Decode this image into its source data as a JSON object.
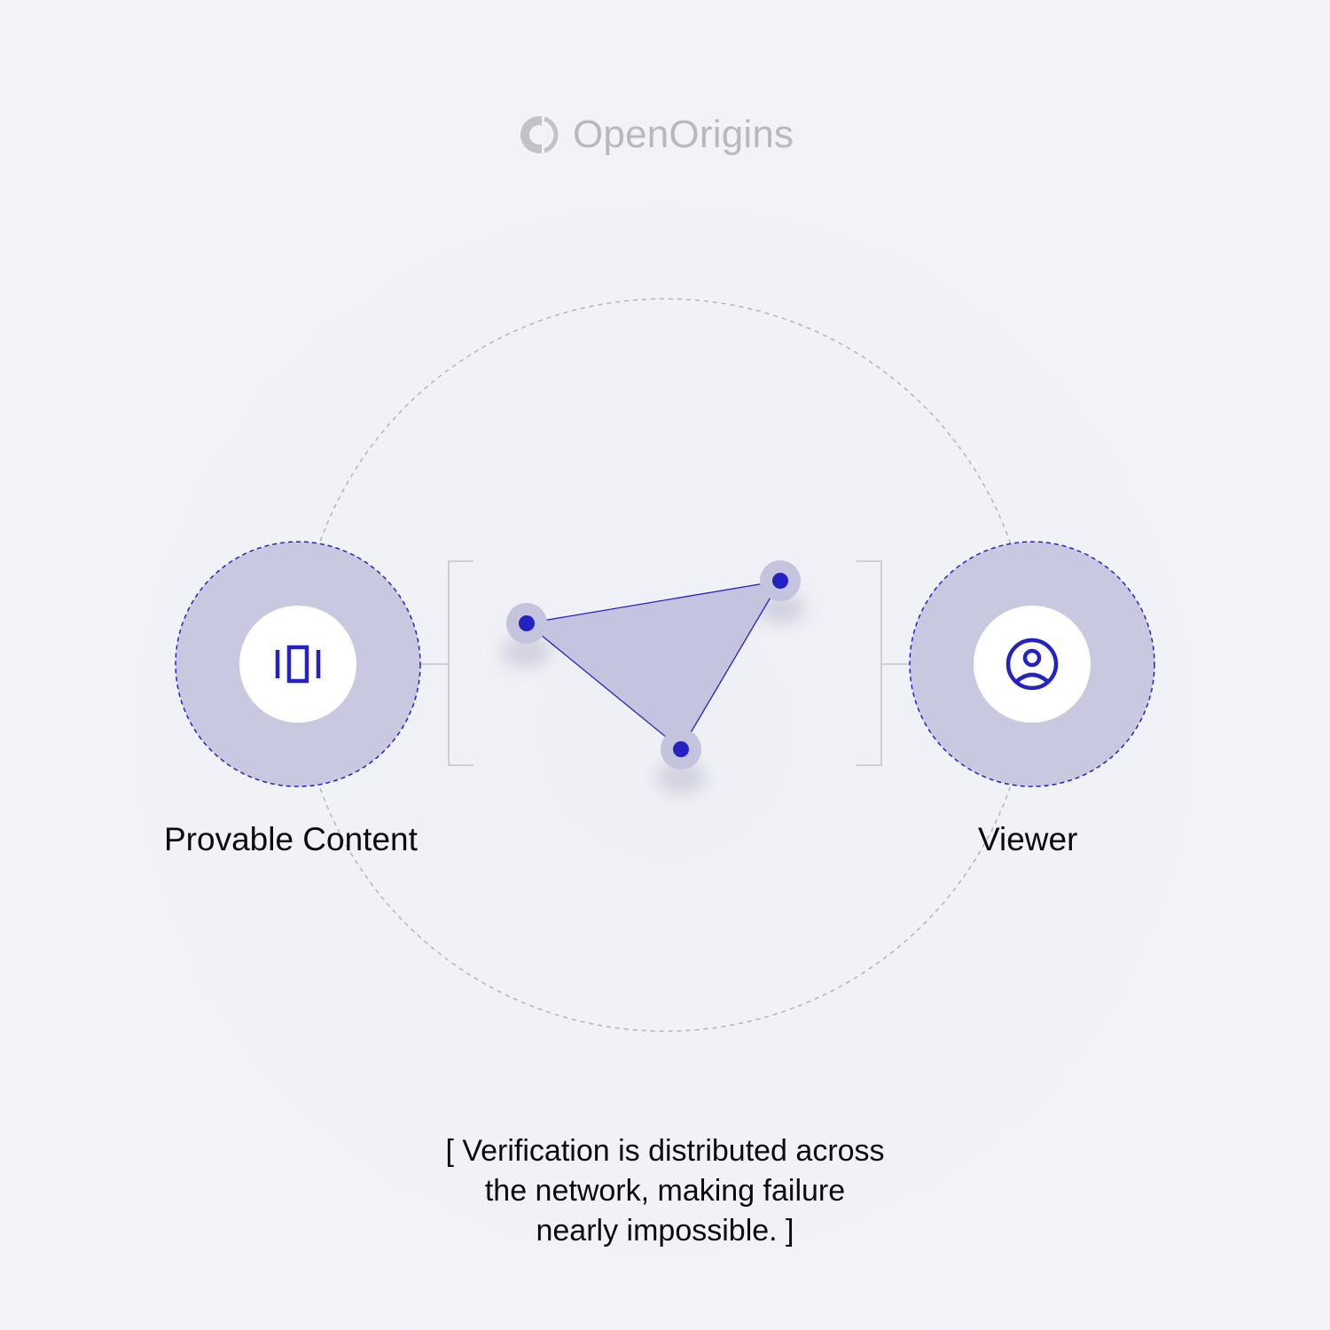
{
  "brand": {
    "name": "OpenOrigins",
    "mark_icon": "openorigins-logo-icon"
  },
  "nodes": {
    "left": {
      "label": "Provable Content",
      "icon": "carousel-icon"
    },
    "right": {
      "label": "Viewer",
      "icon": "user-circle-icon"
    }
  },
  "network": {
    "points": 3,
    "icon": "triangle-network-icon"
  },
  "caption": {
    "line1": "[ Verification is distributed across",
    "line2": "the network, making failure",
    "line3": "nearly impossible. ]"
  },
  "colors": {
    "accent": "#2323c4",
    "node_fill": "#c7c7e0",
    "background": "#f2f3f7",
    "brand_grey": "#b8b8bd",
    "text": "#0a0a12",
    "line_grey": "#c4c4cc"
  }
}
